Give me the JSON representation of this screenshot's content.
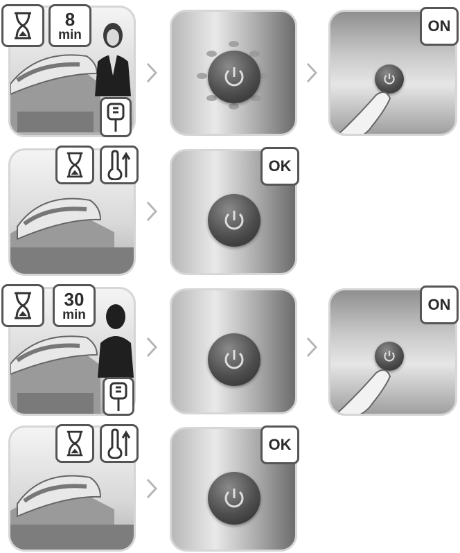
{
  "rows": [
    {
      "time_value": "8",
      "time_unit": "min",
      "status_label": "ON"
    },
    {
      "status_label": "OK"
    },
    {
      "time_value": "30",
      "time_unit": "min",
      "status_label": "ON"
    },
    {
      "status_label": "OK"
    }
  ],
  "icons": [
    "hourglass-icon",
    "power-plug-icon",
    "thermometer-icon",
    "power-button-icon",
    "chevron-right-icon",
    "iron-station-illustration",
    "woman-on-phone-illustration"
  ]
}
